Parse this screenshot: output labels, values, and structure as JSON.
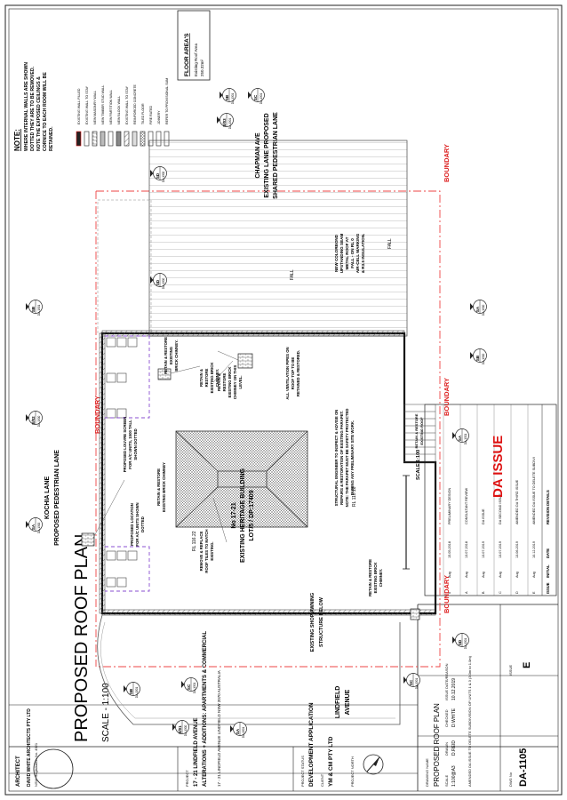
{
  "sheet": {
    "title": "PROPOSED ROOF PLAN",
    "scale_title": "SCALE - 1:100",
    "scale_bar": "SCALE 1:100",
    "da_issue": "DA ISSUE"
  },
  "streets": {
    "kochia_lane_1": "KOCHIA LANE",
    "kochia_lane_2": "PROPOSED PEDESTRIAN LANE",
    "lindfield_1": "LINDFIELD",
    "lindfield_2": "AVENUE",
    "chapman_1": "CHAPMAN AVE",
    "chapman_2": "EXISTING LANE PROPOSED",
    "chapman_3": "SHARED PEDESTRIAN LANE"
  },
  "boundary_label": "BOUNDARY",
  "building": {
    "number": "No 17-21",
    "name": "EXISTING HERITAGE BUILDING",
    "lot": "LOT/5 / DP:17409",
    "rl_1": "RL 116.22",
    "rl_2": "RL 110.16",
    "awning_1": "EXISTING SHOP AWNING",
    "awning_2": "STRUCTURE BELOW",
    "roof_note": [
      "NEW COLORBOND",
      "UPSTANDING SEAM",
      "METAL ROOF AT",
      "FALL - ON RL 0",
      "AIR-CELL MARKING",
      "& R3.5 INSULATION."
    ],
    "structural_note": [
      "STRUCTURAL ENGINEER TO INSPECT & ADVISE ON",
      "REPAIRS & RESTORATION OF EXISTING PARAPET.",
      "NOTE: THE PARAPET MUST BE SAFETY PROTECTED",
      "DURING ANY PRELIMINARY SITE WORK."
    ],
    "retain_chimney_1": [
      "RETAIN & RESTORE",
      "EXISTING",
      "BRICK CHIMNEY."
    ],
    "retain_chimney_2": [
      "RETAIN & RESTORE",
      "EXISTING BRICK CHIMNEY"
    ],
    "retain_chimney_3": [
      "RETAIN &",
      "RESTORE",
      "EXISTING BRICK",
      "CHIMNEY."
    ],
    "retain_chimney_4": [
      "RETAIN &",
      "RESTORE",
      "EXISTING BRICK",
      "CHIMNEY ON THIS",
      "LEVEL."
    ],
    "retain_chimney_5": [
      "RETAIN & RESTORE",
      "EXISTING BRICK",
      "CHIMNEY."
    ],
    "louvre_note": [
      "PROPOSED LOUVRE SCREEN",
      "FOR A/C UNITS, 1500 TALL",
      "SHOWN DOTTED"
    ],
    "ac_note": [
      "PROPOSED LOCATION",
      "FOR A/C UNITS SHOWN",
      "DOTTED"
    ],
    "vent_note": [
      "ALL VENTILATION PIPES ON",
      "ROOF TOP TO BE",
      "RETAINED & RESTORED."
    ],
    "roof_tiles_note": [
      "REMOVE & REPLACE",
      "ROOF TILES TO MATCH",
      "EXISTING."
    ],
    "retain_small": [
      "RETAIN & RESTORE",
      "EXISTING ROOF"
    ],
    "fall": "FALL"
  },
  "notes": {
    "heading": "NOTE:",
    "lines": [
      "WHERE INTERNAL WALLS ARE SHOWN",
      "DOTTED THEY ARE TO BE REMOVED.",
      "NOTE THE EXPOSED CEILINGS &",
      "CORNICE TO EACH ROOM WILL BE",
      "RETAINED."
    ]
  },
  "legend": {
    "items": [
      "EXISTING WALL FILLED",
      "EXISTING WALL TO STAY",
      "NEW MASONRY WALL",
      "NEW TIMBER STUD WALL",
      "NEW PARTITION WALL",
      "NEW BLOCK WALL",
      "EXISTING WALL TO STAY",
      "REINFORCED CONCRETE",
      "TILED FLOOR",
      "FIRE RATED",
      "JOINERY",
      "REFER TO PROVISIONAL SUM"
    ]
  },
  "floor_areas": {
    "heading": "FLOOR AREA'S",
    "item": "Existing Roof Area",
    "value": "250.32m²"
  },
  "revisions": {
    "headers": [
      "ISSUE",
      "INITIAL",
      "DATE",
      "REVISION DETAILS"
    ],
    "rows": [
      [
        "E",
        "Aug",
        "10.12.2019",
        "AMENDED DA ISSUE TO DELETE SUBDIVISION OF UNITS 1 & 3 (3.0m to 1.0m)"
      ],
      [
        "D",
        "Aug",
        "13.06.2019",
        "AMENDED DA THIRD ISSUE"
      ],
      [
        "C",
        "Aug",
        "13.07.2019",
        "DA SECOND ISSUE"
      ],
      [
        "B",
        "Aug",
        "13.07.2019",
        "DA ISSUE"
      ],
      [
        "A",
        "Aug",
        "13.07.2018",
        "CONSULTANT REVIEW"
      ],
      [
        "0",
        "Aug",
        "15.05.2018",
        "PRELIMINARY DESIGN"
      ]
    ]
  },
  "title_block": {
    "architect_label": "ARCHITECT",
    "architect_name": "DAVID WHITE ARCHITECTS PTY LTD",
    "architect_detail": "NSW Registration No. 4921",
    "project_label": "PROJECT",
    "project_line_1": "17 - 21 LINDFIELD AVENUE",
    "project_line_2": "ALTERATIONS + ADDITIONS: APARTMENTS & COMMERCIAL",
    "address": "17 - 21 LINDFIELD AVENUE LINDFIELD NSW 2070 AUSTRALIA",
    "stage_label": "PROJECT STATUS",
    "stage": "DEVELOPMENT APPLICATION",
    "client_label": "CLIENT",
    "client": "YM & CM PTY LTD",
    "project_north": "PROJECT NORTH",
    "drawing_label": "DRAWING NAME",
    "drawing_name": "PROPOSED ROOF PLAN",
    "scale_label": "SCALE",
    "scale": "1:100@A3",
    "drawn_label": "DRAWN",
    "drawn": "D.REID",
    "checked_label": "CHECKED",
    "checked": "D.WHITE",
    "issue_date_label": "ISSUE DATE/REASON",
    "issue_date": "10.12.2019",
    "issue_reason": "AMENDED DA ISSUE TO DELETE SUBDIVISION OF UNITS 1 & 3 (3.0m to 1.0m)",
    "dwg_no_label": "DWG No",
    "dwg_no": "DA-1105",
    "issue_label": "ISSUE",
    "issue": "E"
  },
  "markers": {
    "section_a": "SA",
    "section_b": "SB",
    "section_c": "SC",
    "section_d": "SD",
    "elev_1": "E/01",
    "elev_2": "E/02",
    "elev_3": "E/03",
    "ref_a": "DA-1300",
    "ref_b": "DA-1301"
  }
}
